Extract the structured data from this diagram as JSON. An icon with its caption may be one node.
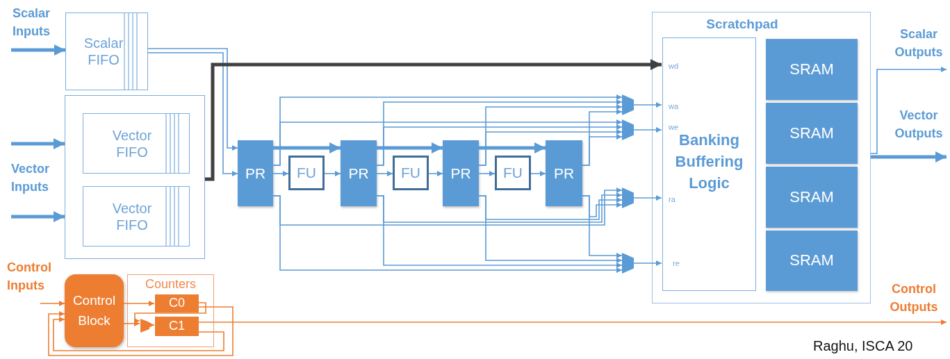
{
  "diagram": {
    "nodes": [
      {
        "text": [
          "Scalar FIFO"
        ]
      },
      {
        "text": [],
        "shape": "box"
      },
      {
        "text": [
          "Vector FIFO"
        ],
        "in": 1
      },
      {
        "text": [
          "Vector FIFO"
        ],
        "in": 1
      },
      {
        "text": [
          "PR"
        ]
      },
      {
        "text": [
          "FU"
        ]
      },
      {
        "text": [
          "PR"
        ]
      },
      {
        "text": [
          "FU"
        ]
      },
      {
        "text": [
          "PR"
        ]
      },
      {
        "text": [
          "FU"
        ]
      },
      {
        "text": [
          "PR"
        ]
      },
      {
        "text": [],
        "shape": "trapezoid"
      },
      {
        "text": [],
        "shape": "trapezoid"
      },
      {
        "text": [],
        "shape": "trapezoid"
      },
      {
        "text": [],
        "shape": "trapezoid"
      },
      {
        "text": [
          "Scratchpad"
        ]
      },
      {
        "text": [
          "wd",
          "wa",
          "we",
          "Banking Buffering Logic",
          "ra",
          "re"
        ],
        "in": 15
      },
      {
        "text": [
          "SRAM"
        ],
        "in": 15
      },
      {
        "text": [
          "SRAM"
        ],
        "in": 15
      },
      {
        "text": [
          "SRAM"
        ],
        "in": 15
      },
      {
        "text": [
          "SRAM"
        ],
        "in": 15
      },
      {
        "text": [
          "Control Block"
        ]
      },
      {
        "text": [
          "Counters"
        ]
      },
      {
        "text": [
          "C0"
        ],
        "in": 22
      },
      {
        "text": [
          "C1"
        ],
        "in": 22
      },
      {
        "text": [],
        "shape": "trapezoid",
        "in": 22
      },
      {
        "text": [
          "Scalar Outputs"
        ]
      },
      {
        "text": [
          "Vector Outputs"
        ]
      },
      {
        "text": [
          "Control Outputs"
        ]
      }
    ],
    "edges": [
      {
        "from": null,
        "to": 0,
        "arrow": "to",
        "style": "thick"
      },
      {
        "from": null,
        "to": 1,
        "arrow": "to",
        "style": "thick"
      },
      {
        "from": null,
        "to": 1,
        "arrow": "to",
        "style": "thick"
      },
      {
        "from": 0,
        "to": 4,
        "arrow": "to"
      },
      {
        "from": 0,
        "to": 4,
        "arrow": "to"
      },
      {
        "from": 1,
        "to": 16,
        "arrow": "to",
        "style": "thick",
        "color": "#404040"
      },
      {
        "from": 4,
        "to": 5,
        "arrow": "to"
      },
      {
        "from": 5,
        "to": 6,
        "arrow": "to"
      },
      {
        "from": 6,
        "to": 7,
        "arrow": "to"
      },
      {
        "from": 7,
        "to": 8,
        "arrow": "to"
      },
      {
        "from": 8,
        "to": 9,
        "arrow": "to"
      },
      {
        "from": 9,
        "to": 10,
        "arrow": "to"
      },
      {
        "from": 4,
        "to": 6,
        "arrow": "to",
        "style": "thick"
      },
      {
        "from": 6,
        "to": 8,
        "arrow": "to",
        "style": "thick"
      },
      {
        "from": 8,
        "to": 10,
        "arrow": "to",
        "style": "thick"
      },
      {
        "from": 4,
        "to": 11,
        "arrow": "to"
      },
      {
        "from": 4,
        "to": 12,
        "arrow": "to"
      },
      {
        "from": 4,
        "to": 13,
        "arrow": "to"
      },
      {
        "from": 4,
        "to": 14,
        "arrow": "to"
      },
      {
        "from": 6,
        "to": 11,
        "arrow": "to"
      },
      {
        "from": 6,
        "to": 12,
        "arrow": "to"
      },
      {
        "from": 6,
        "to": 13,
        "arrow": "to"
      },
      {
        "from": 6,
        "to": 14,
        "arrow": "to"
      },
      {
        "from": 8,
        "to": 11,
        "arrow": "to"
      },
      {
        "from": 8,
        "to": 12,
        "arrow": "to"
      },
      {
        "from": 8,
        "to": 13,
        "arrow": "to"
      },
      {
        "from": 8,
        "to": 14,
        "arrow": "to"
      },
      {
        "from": 10,
        "to": 11,
        "arrow": "to"
      },
      {
        "from": 10,
        "to": 12,
        "arrow": "to"
      },
      {
        "from": 10,
        "to": 13,
        "arrow": "to"
      },
      {
        "from": 10,
        "to": 14,
        "arrow": "to"
      },
      {
        "from": 11,
        "to": 16,
        "arrow": "to"
      },
      {
        "from": 12,
        "to": 16,
        "arrow": "to"
      },
      {
        "from": 13,
        "to": 16,
        "arrow": "to"
      },
      {
        "from": 14,
        "to": 16,
        "arrow": "to"
      },
      {
        "from": 15,
        "to": 26,
        "arrow": "to"
      },
      {
        "from": 15,
        "to": 27,
        "arrow": "to",
        "style": "thick"
      },
      {
        "from": null,
        "to": 21,
        "arrow": "to",
        "color": "#ed7d31"
      },
      {
        "from": 21,
        "to": 23,
        "arrow": "to",
        "color": "#ed7d31"
      },
      {
        "from": 21,
        "to": 25,
        "arrow": "to",
        "color": "#ed7d31"
      },
      {
        "from": 25,
        "to": 24,
        "arrow": "to",
        "color": "#ed7d31"
      },
      {
        "from": 23,
        "to": 25,
        "arrow": "to",
        "color": "#ed7d31"
      },
      {
        "from": 23,
        "to": 21,
        "arrow": "to",
        "color": "#ed7d31"
      },
      {
        "from": 24,
        "to": 21,
        "arrow": "to",
        "color": "#ed7d31"
      },
      {
        "from": 24,
        "to": 28,
        "arrow": "to",
        "color": "#ed7d31"
      }
    ],
    "labels": [
      "Scalar Inputs",
      "Vector Inputs",
      "Control Inputs",
      "Raghu, ISCA 20"
    ]
  }
}
